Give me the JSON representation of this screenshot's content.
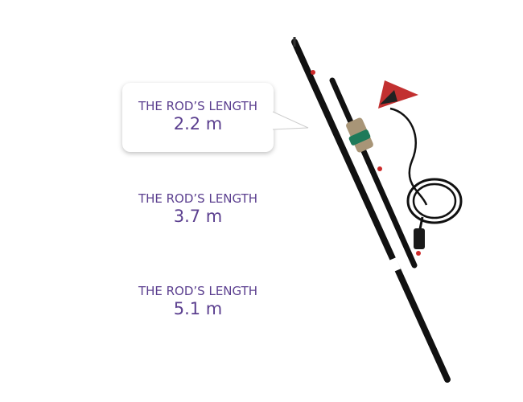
{
  "options": [
    {
      "label": "THE ROD’S LENGTH",
      "value": "2.2 m",
      "selected": true
    },
    {
      "label": "THE ROD’S LENGTH",
      "value": "3.7 m",
      "selected": false
    },
    {
      "label": "THE ROD’S LENGTH",
      "value": "5.1 m",
      "selected": false
    }
  ],
  "colors": {
    "text": "#5b3f8f",
    "rod": "#111111",
    "accent": "#cc2a2a"
  }
}
